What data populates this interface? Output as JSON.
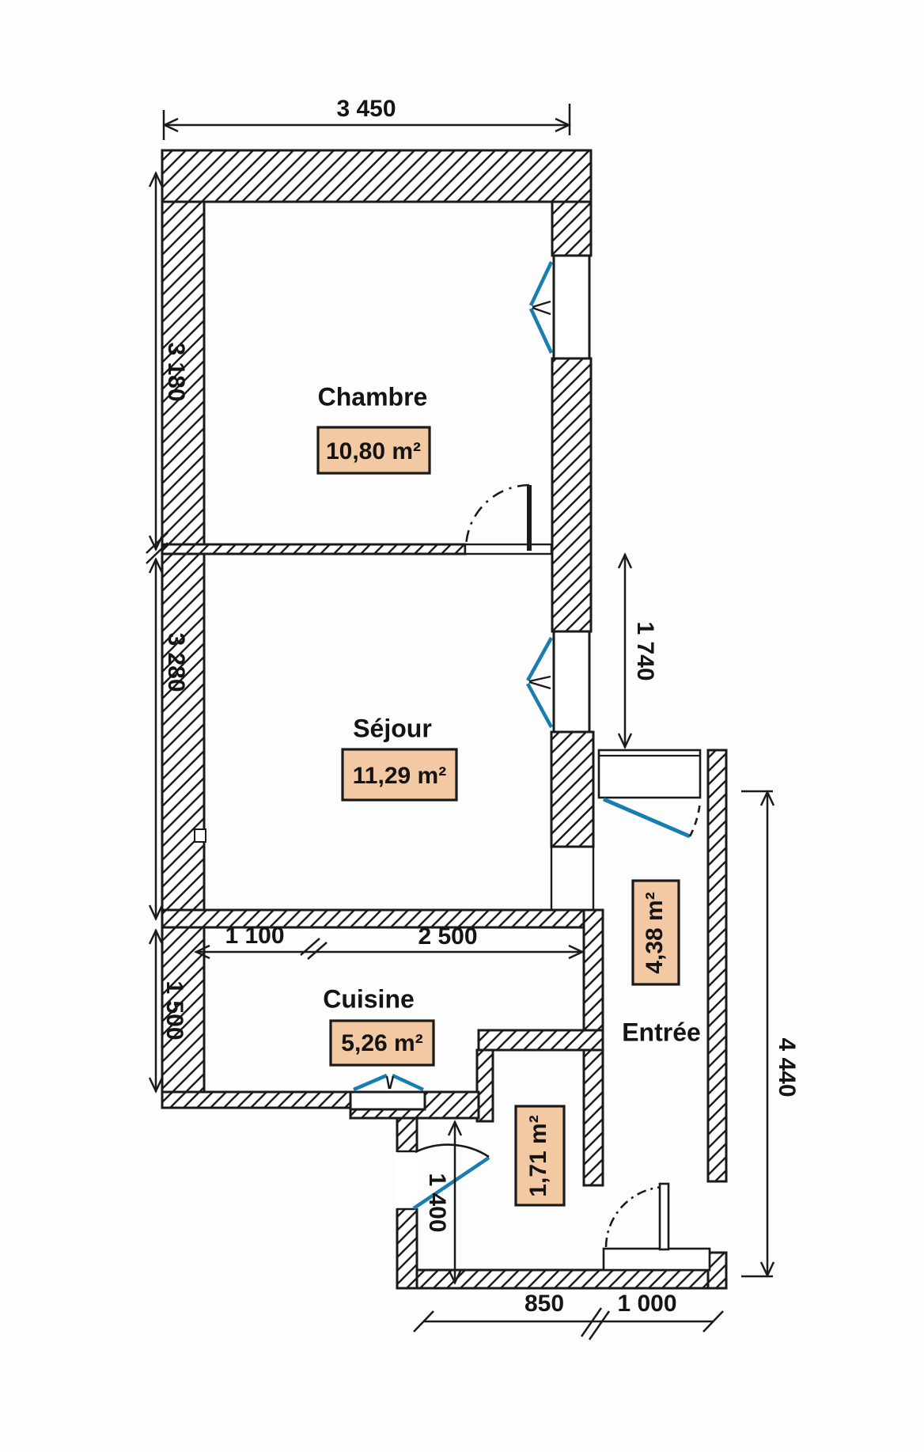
{
  "plan": {
    "type": "floor-plan",
    "rooms": {
      "chambre": {
        "label": "Chambre",
        "area": "10,80 m²"
      },
      "sejour": {
        "label": "Séjour",
        "area": "11,29 m²"
      },
      "cuisine": {
        "label": "Cuisine",
        "area": "5,26 m²"
      },
      "entree": {
        "label": "Entrée",
        "area": "4,38 m²"
      },
      "salle_eau": {
        "area": "1,71 m²"
      }
    },
    "dimensions_mm": {
      "top_width": "3 450",
      "chambre_height": "3 180",
      "sejour_height": "3 280",
      "cuisine_height": "1 500",
      "cuisine_width_left": "1 100",
      "cuisine_width_right": "2 500",
      "notch_height": "1 740",
      "right_side_height": "4 440",
      "bath_height": "1 400",
      "bath_width": "850",
      "wc_width": "1 000"
    },
    "colors": {
      "area_badge_fill": "#f2c9a2",
      "joinery_blue": "#1a7db2",
      "line_black": "#1a1a1a"
    }
  }
}
